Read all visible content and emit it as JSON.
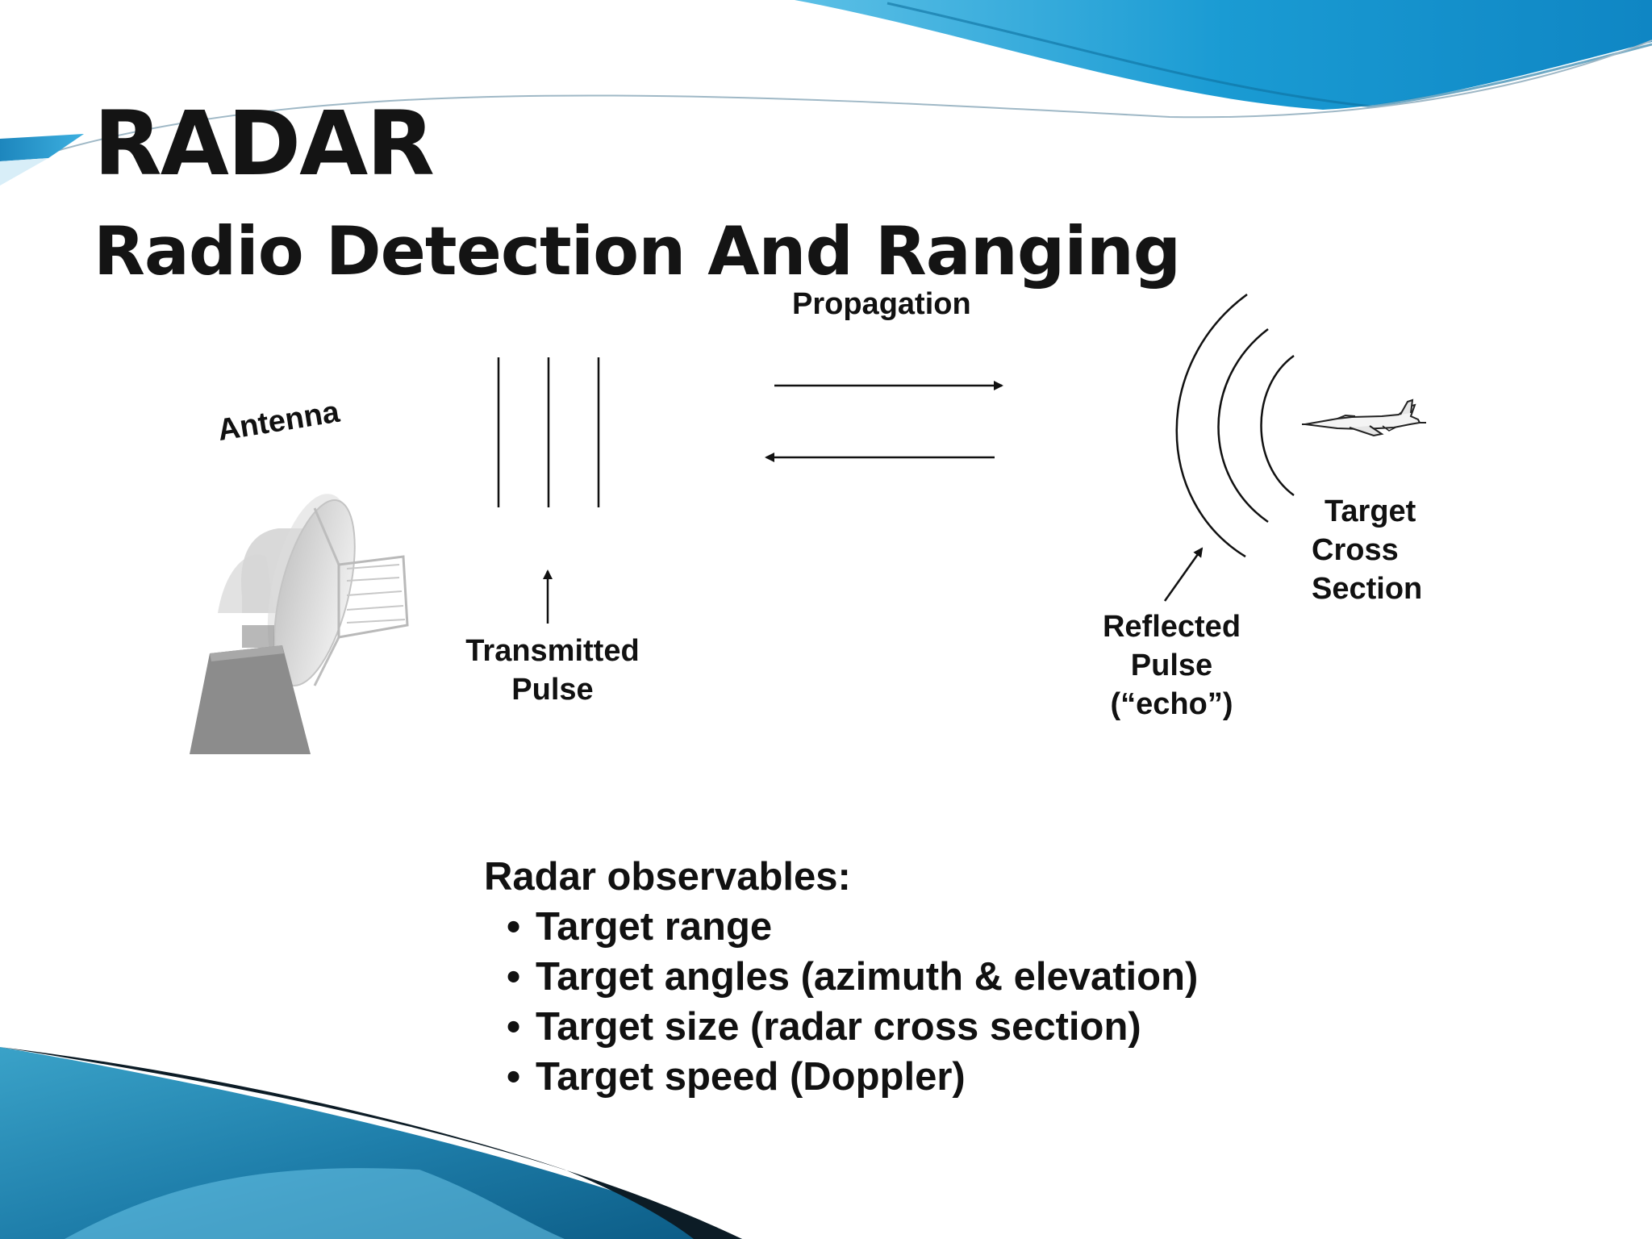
{
  "slide": {
    "title": "RADAR",
    "subtitle": "Radio Detection And Ranging",
    "accent_color": "#1e9ad0",
    "dark_accent_color": "#0f5f86"
  },
  "diagram": {
    "labels": {
      "propagation": "Propagation",
      "antenna": "Antenna",
      "transmitted_line1": "Transmitted",
      "transmitted_line2": "Pulse",
      "reflected_line1": "Reflected",
      "reflected_line2": "Pulse",
      "reflected_line3": "(“echo”)",
      "target_line1": "Target",
      "target_line2": "Cross",
      "target_line3": "Section"
    },
    "icons": [
      "radar-dish-icon",
      "aircraft-icon"
    ]
  },
  "observables": {
    "heading": "Radar observables:",
    "bullet": "•",
    "items": [
      "Target range",
      "Target angles (azimuth & elevation)",
      "Target size (radar cross section)",
      "Target speed (Doppler)"
    ]
  }
}
